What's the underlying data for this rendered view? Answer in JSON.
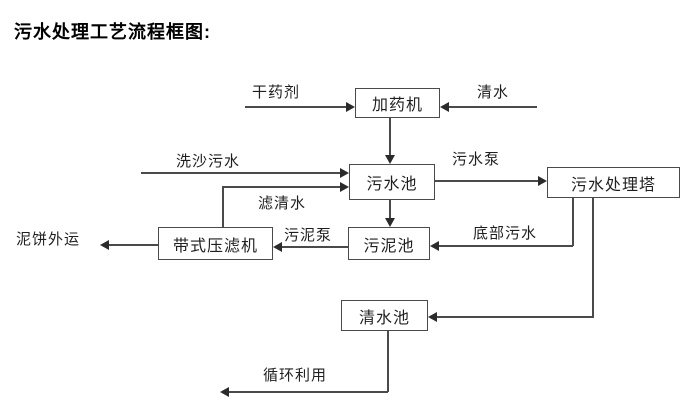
{
  "title": "污水处理工艺流程框图:",
  "nodes": {
    "dosing_machine": {
      "label": "加药机"
    },
    "sewage_pool": {
      "label": "污水池"
    },
    "treatment_tower": {
      "label": "污水处理塔"
    },
    "sludge_pool": {
      "label": "污泥池"
    },
    "belt_filter_press": {
      "label": "带式压滤机"
    },
    "clean_water_pool": {
      "label": "清水池"
    }
  },
  "flows": {
    "dry_agent": {
      "label": "干药剂"
    },
    "clean_water_in": {
      "label": "清水"
    },
    "sand_wash_sewage": {
      "label": "洗沙污水"
    },
    "filtered_water": {
      "label": "滤清水"
    },
    "sewage_pump": {
      "label": "污水泵"
    },
    "sludge_pump": {
      "label": "污泥泵"
    },
    "bottom_sewage": {
      "label": "底部污水"
    },
    "mud_cake_out": {
      "label": "泥饼外运"
    },
    "recycled_use": {
      "label": "循环利用"
    }
  },
  "colors": {
    "background": "#ffffff",
    "line": "#4a4a4a",
    "arrowhead": "#2b2b2b",
    "text": "#1f1f1f",
    "title": "#000000",
    "box_fill": "#ffffff"
  }
}
